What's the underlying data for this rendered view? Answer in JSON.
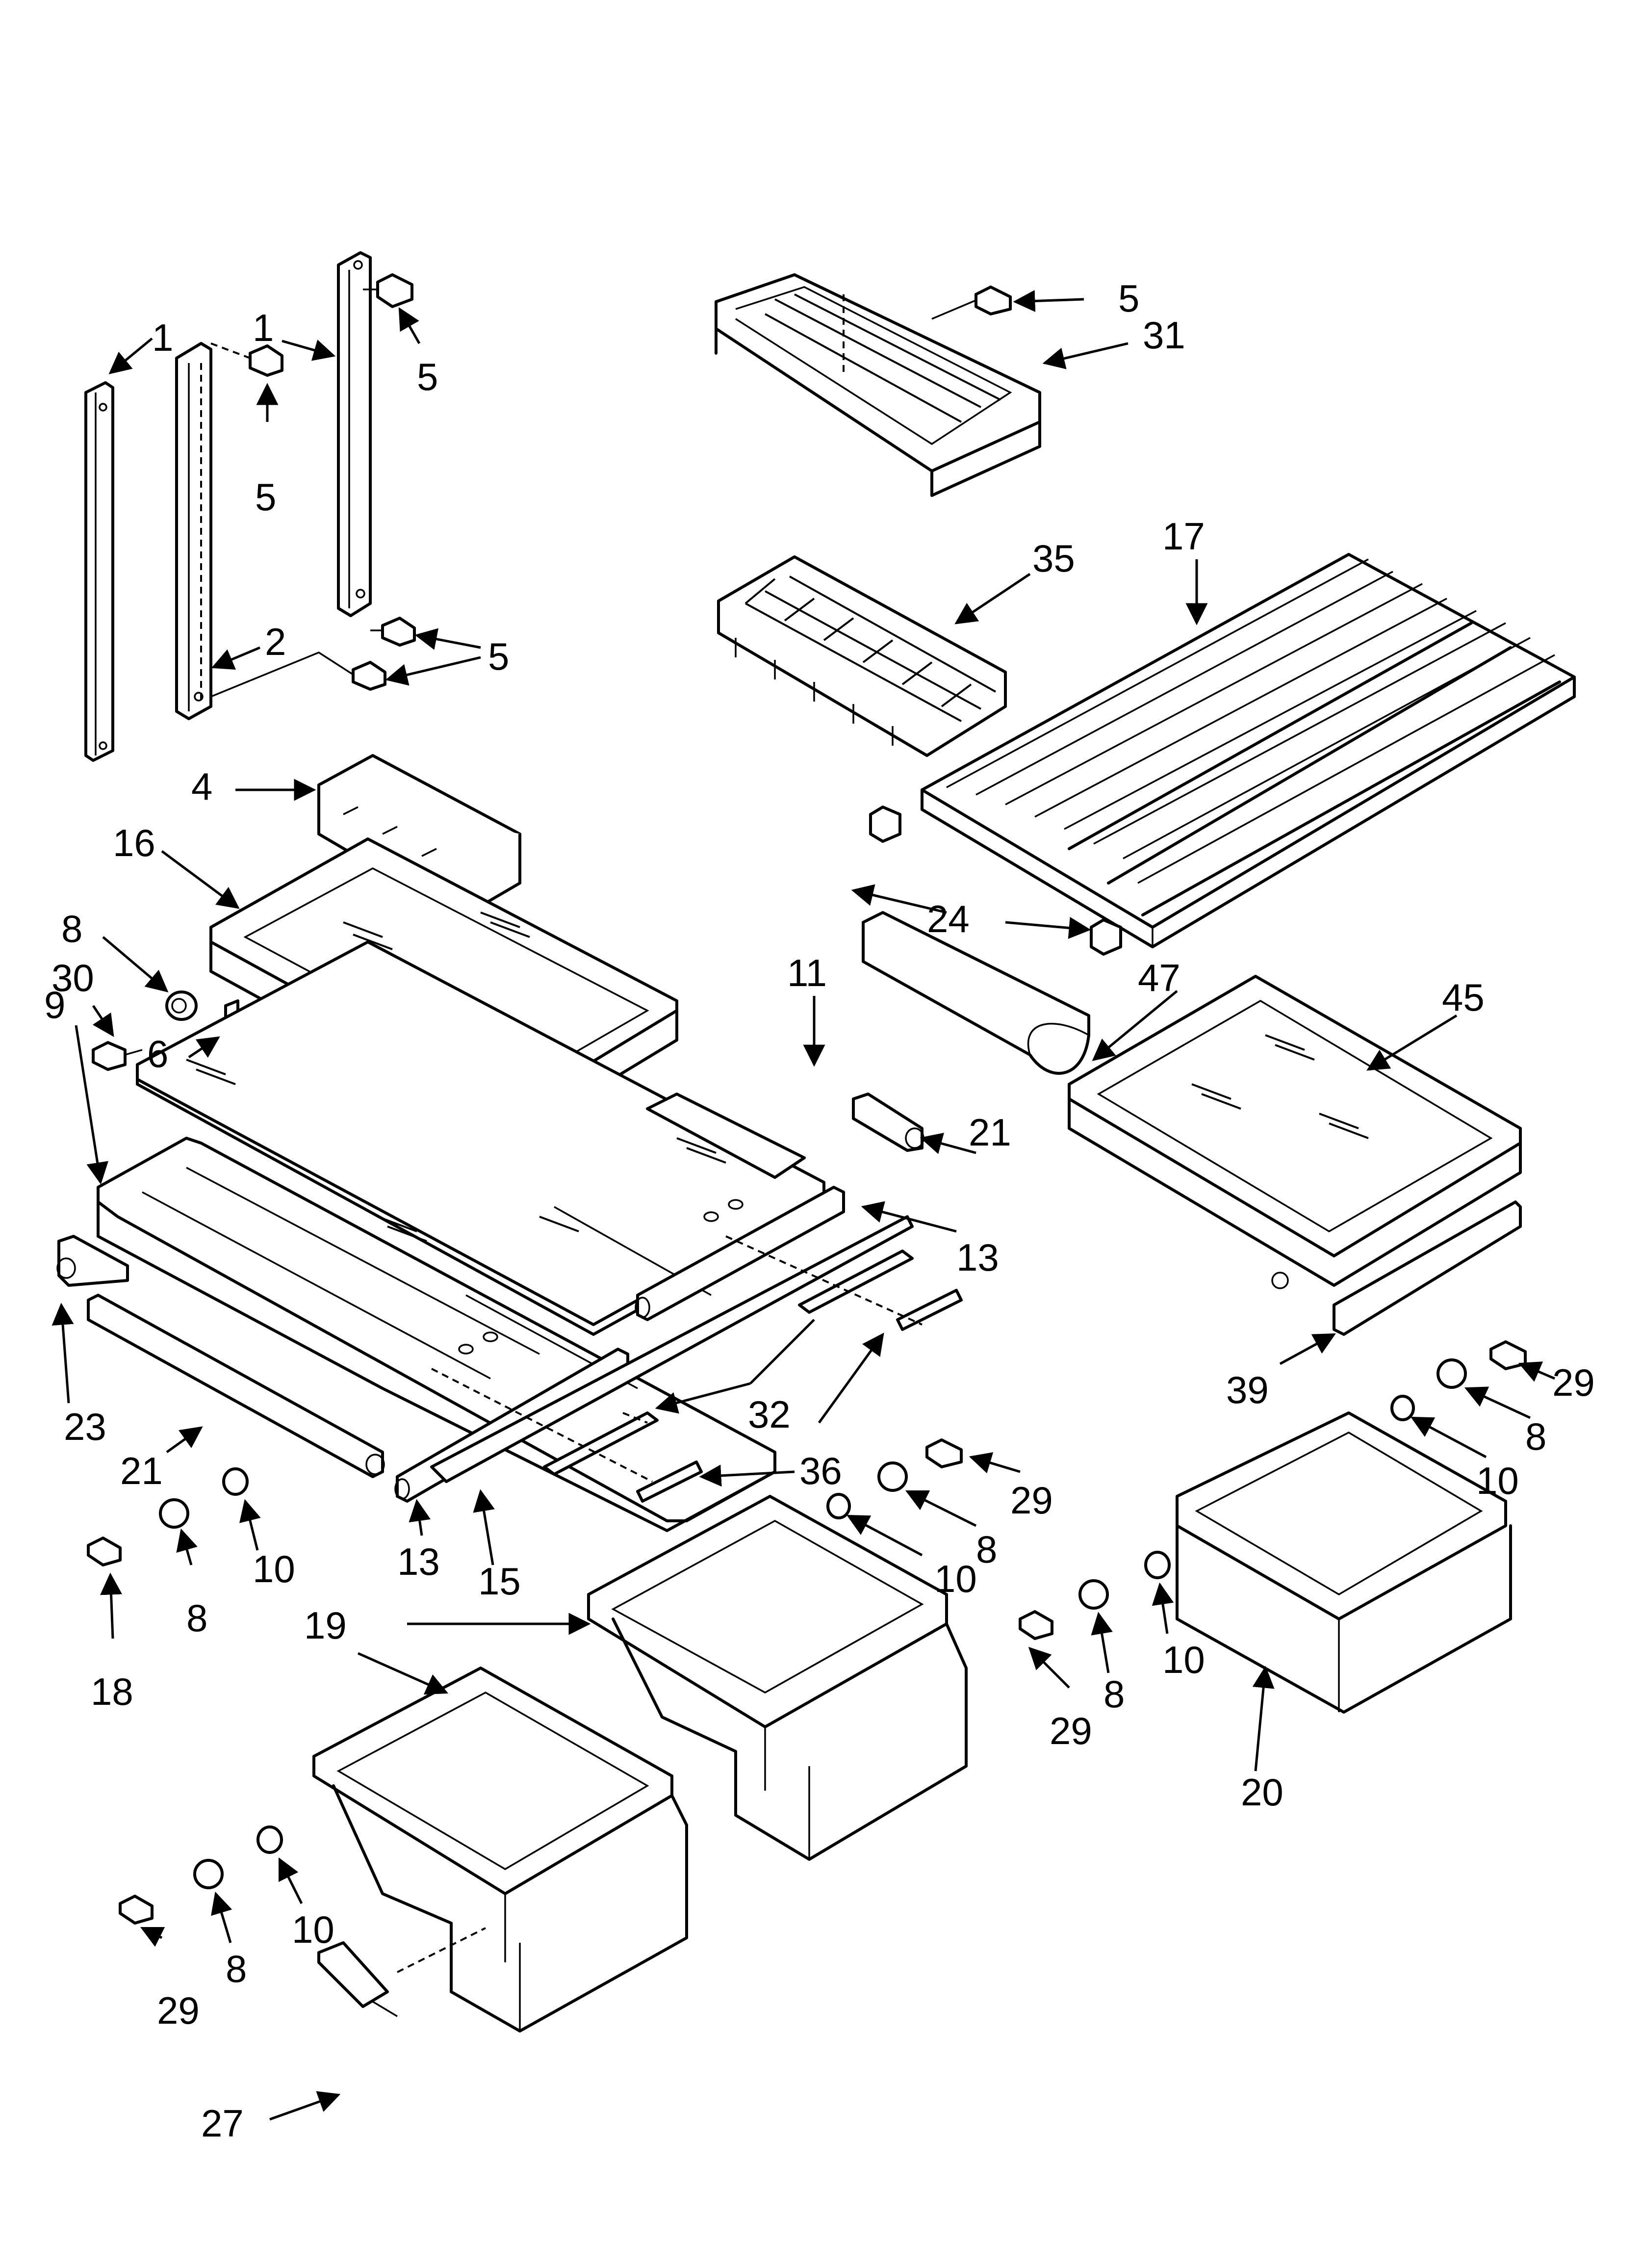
{
  "diagram": {
    "type": "exploded-parts-view",
    "callouts": {
      "c1a": "1",
      "c1b": "1",
      "c2": "2",
      "c4": "4",
      "c5a": "5",
      "c5b": "5",
      "c5c": "5",
      "c5d": "5",
      "c6": "6",
      "c8a": "8",
      "c8b": "8",
      "c8c": "8",
      "c8d": "8",
      "c8e": "8",
      "c8f": "8",
      "c9": "9",
      "c10a": "10",
      "c10b": "10",
      "c10c": "10",
      "c10d": "10",
      "c10e": "10",
      "c11": "11",
      "c13a": "13",
      "c13b": "13",
      "c15": "15",
      "c16": "16",
      "c17": "17",
      "c18": "18",
      "c19": "19",
      "c20": "20",
      "c21a": "21",
      "c21b": "21",
      "c23": "23",
      "c24": "24",
      "c27": "27",
      "c29a": "29",
      "c29b": "29",
      "c29c": "29",
      "c29d": "29",
      "c30": "30",
      "c31": "31",
      "c32": "32",
      "c35": "35",
      "c36": "36",
      "c39": "39",
      "c45": "45",
      "c47": "47"
    }
  }
}
